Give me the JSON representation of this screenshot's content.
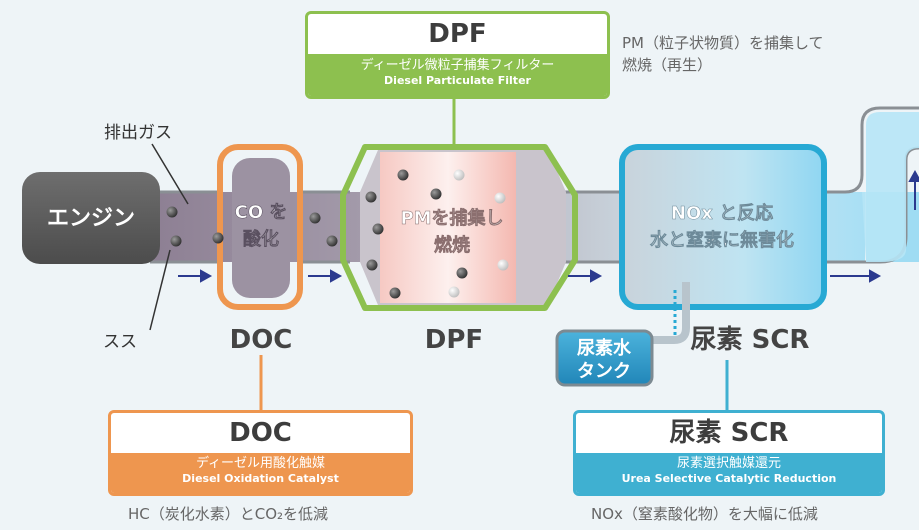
{
  "labels": {
    "exhaust_gas": "排出ガス",
    "soot": "スス",
    "engine": "エンジン",
    "doc_inner": [
      "CO を",
      "酸化"
    ],
    "dpf_inner": [
      "PMを捕集し",
      "燃焼"
    ],
    "scr_inner": [
      "NOx と反応",
      "水と窒素に無害化"
    ],
    "doc_under": "DOC",
    "dpf_under": "DPF",
    "scr_under": "尿素 SCR",
    "urea_tank": [
      "尿素水",
      "タンク"
    ]
  },
  "dpf_box": {
    "title": "DPF",
    "jp": "ディーゼル微粒子捕集フィルター",
    "en": "Diesel Particulate Filter",
    "note": [
      "PM（粒子状物質）を捕集して",
      "燃焼（再生）"
    ]
  },
  "doc_box": {
    "title": "DOC",
    "jp": "ディーゼル用酸化触媒",
    "en": "Diesel Oxidation Catalyst",
    "note": "HC（炭化水素）とCO₂を低減"
  },
  "scr_box": {
    "title": "尿素 SCR",
    "jp": "尿素選択触媒還元",
    "en": "Urea Selective Catalytic Reduction",
    "note": "NOx（窒素酸化物）を大幅に低減"
  },
  "colors": {
    "dpf": "#8dc04f",
    "doc": "#ee964f",
    "scr": "#3fb0d1",
    "engine": "#5f5f5f",
    "arrow": "#2b3a8f",
    "background": "#eef4f7"
  }
}
